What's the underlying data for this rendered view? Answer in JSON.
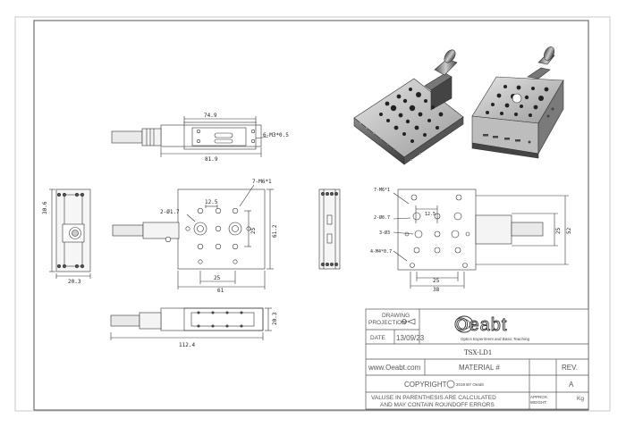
{
  "dimensions": {
    "top_view_width": "74.9",
    "top_view_thread": "6-M3*0.5",
    "top_view_overall": "81.9",
    "left_view_height": "30.6",
    "left_view_width": "20.3",
    "front_hole_pitch": "12.5",
    "front_hole_callout": "2-Ø1.7",
    "front_thread_callout": "7-M6*1",
    "front_inner_height": "25",
    "front_outer_height": "61.2",
    "front_inner_width": "25",
    "front_outer_width": "61",
    "bottom_view_overall": "112.4",
    "bottom_view_height": "20.3",
    "back_thread_callout": "7-M6*1",
    "back_hole_callout": "2-Ø6.7",
    "back_hole_callout_2": "3-Ø3",
    "back_thread_callout_2": "4-M4*0.7",
    "back_pitch": "12.5",
    "back_inner_width": "25",
    "back_outer_width": "38",
    "back_inner_height": "25",
    "back_outer_height": "52"
  },
  "title_block": {
    "drawing_label": "DRAWING",
    "projection_label": "PROJECTION",
    "date_label": "DATE",
    "date_value": "13/09/23",
    "logo": "Oeabt",
    "logo_tagline": "Optics Experiment and Basic Teaching",
    "part_number": "TSX-LD1",
    "website": "www.Oeabt.com",
    "material_label": "MATERIAL #",
    "rev_label": "REV.",
    "rev_value": "A",
    "copyright_label": "COPYRIGHT",
    "copyright_note": "2019 BY Oeabt",
    "disclaimer_line1": "VALUSE IN PARENTHESIS ARE CALCULATED",
    "disclaimer_line2": "AND MAY CONTAIN ROUNDOFF ERRORS",
    "approx_label": "APPROX.",
    "weight_label": "WEIGHT:",
    "weight_unit": "Kg"
  }
}
